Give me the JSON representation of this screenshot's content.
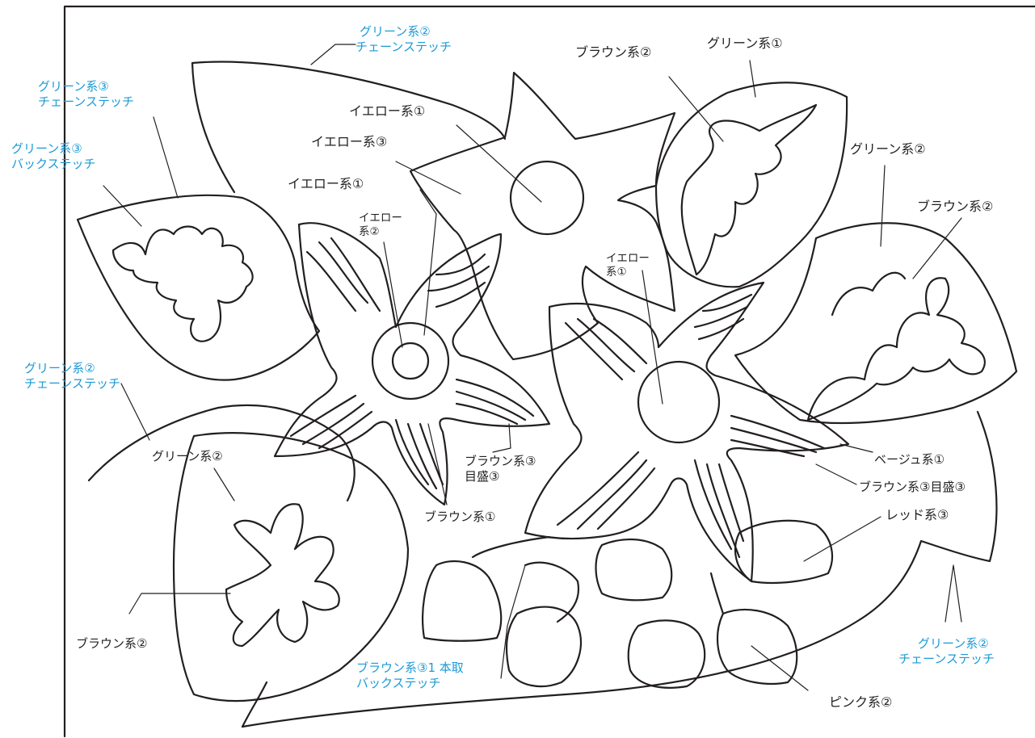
{
  "labels": {
    "green2_chain_top": [
      "グリーン系②",
      "チェーンステッチ"
    ],
    "green3_chain": [
      "グリーン系③",
      "チェーンステッチ"
    ],
    "green3_back": [
      "グリーン系③",
      "バックステッチ"
    ],
    "yellow1_top": "イエロー系①",
    "yellow3": "イエロー系③",
    "yellow1_mid": "イエロー系①",
    "yellow2": [
      "イエロー",
      "系②"
    ],
    "brown2_top": "ブラウン系②",
    "green1": "グリーン系①",
    "green2_right": "グリーン系②",
    "brown2_right": "ブラウン系②",
    "yellow1_right": [
      "イエロー",
      "系①"
    ],
    "green2_chain_left": [
      "グリーン系②",
      "チェーンステッチ"
    ],
    "green2_leftleaf": "グリーン系②",
    "brown3_scale": [
      "ブラウン系③",
      "目盛③"
    ],
    "brown1": "ブラウン系①",
    "beige1": "ベージュ系①",
    "brown3_scale_right": "ブラウン系③目盛③",
    "red3": "レッド系③",
    "brown2_bottomleft": "ブラウン系②",
    "brown3_back": [
      "ブラウン系③1 本取",
      "バックステッチ"
    ],
    "green2_chain_br": [
      "グリーン系②",
      "チェーンステッチ"
    ],
    "pink2": "ピンク系②"
  },
  "colors": {
    "outline": "#231f20",
    "black_text": "#231f20",
    "blue_text": "#1b9ad6"
  }
}
